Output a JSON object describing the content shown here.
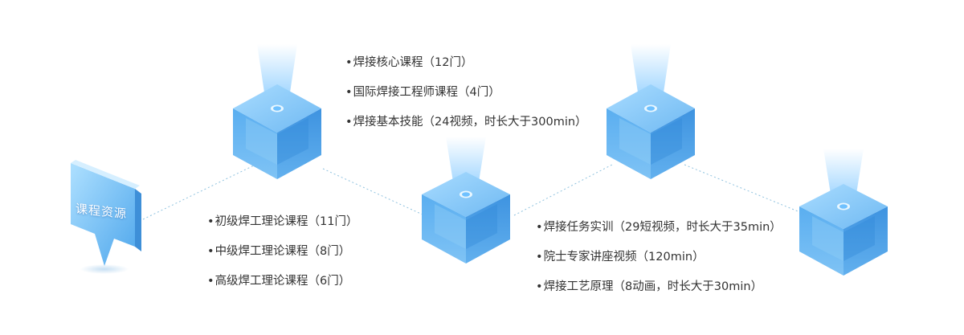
{
  "sign": {
    "label": "课程资源"
  },
  "colors": {
    "cube_light": "#bfe4ff",
    "cube_mid": "#6fb9f2",
    "cube_dark": "#3a8fde",
    "line": "#8fc2df",
    "text": "#333333"
  },
  "lists": {
    "top": {
      "items": [
        "焊接核心课程（12门）",
        "国际焊接工程师课程（4门）",
        "焊接基本技能（24视频，时长大于300min）"
      ]
    },
    "bottom_left": {
      "items": [
        "初级焊工理论课程（11门）",
        "中级焊工理论课程（8门）",
        "高级焊工理论课程（6门）"
      ]
    },
    "bottom_right": {
      "items": [
        "焊接任务实训（29短视频，时长大于35min）",
        "院士专家讲座视频（120min）",
        "焊接工艺原理（8动画，时长大于30min）"
      ]
    }
  }
}
